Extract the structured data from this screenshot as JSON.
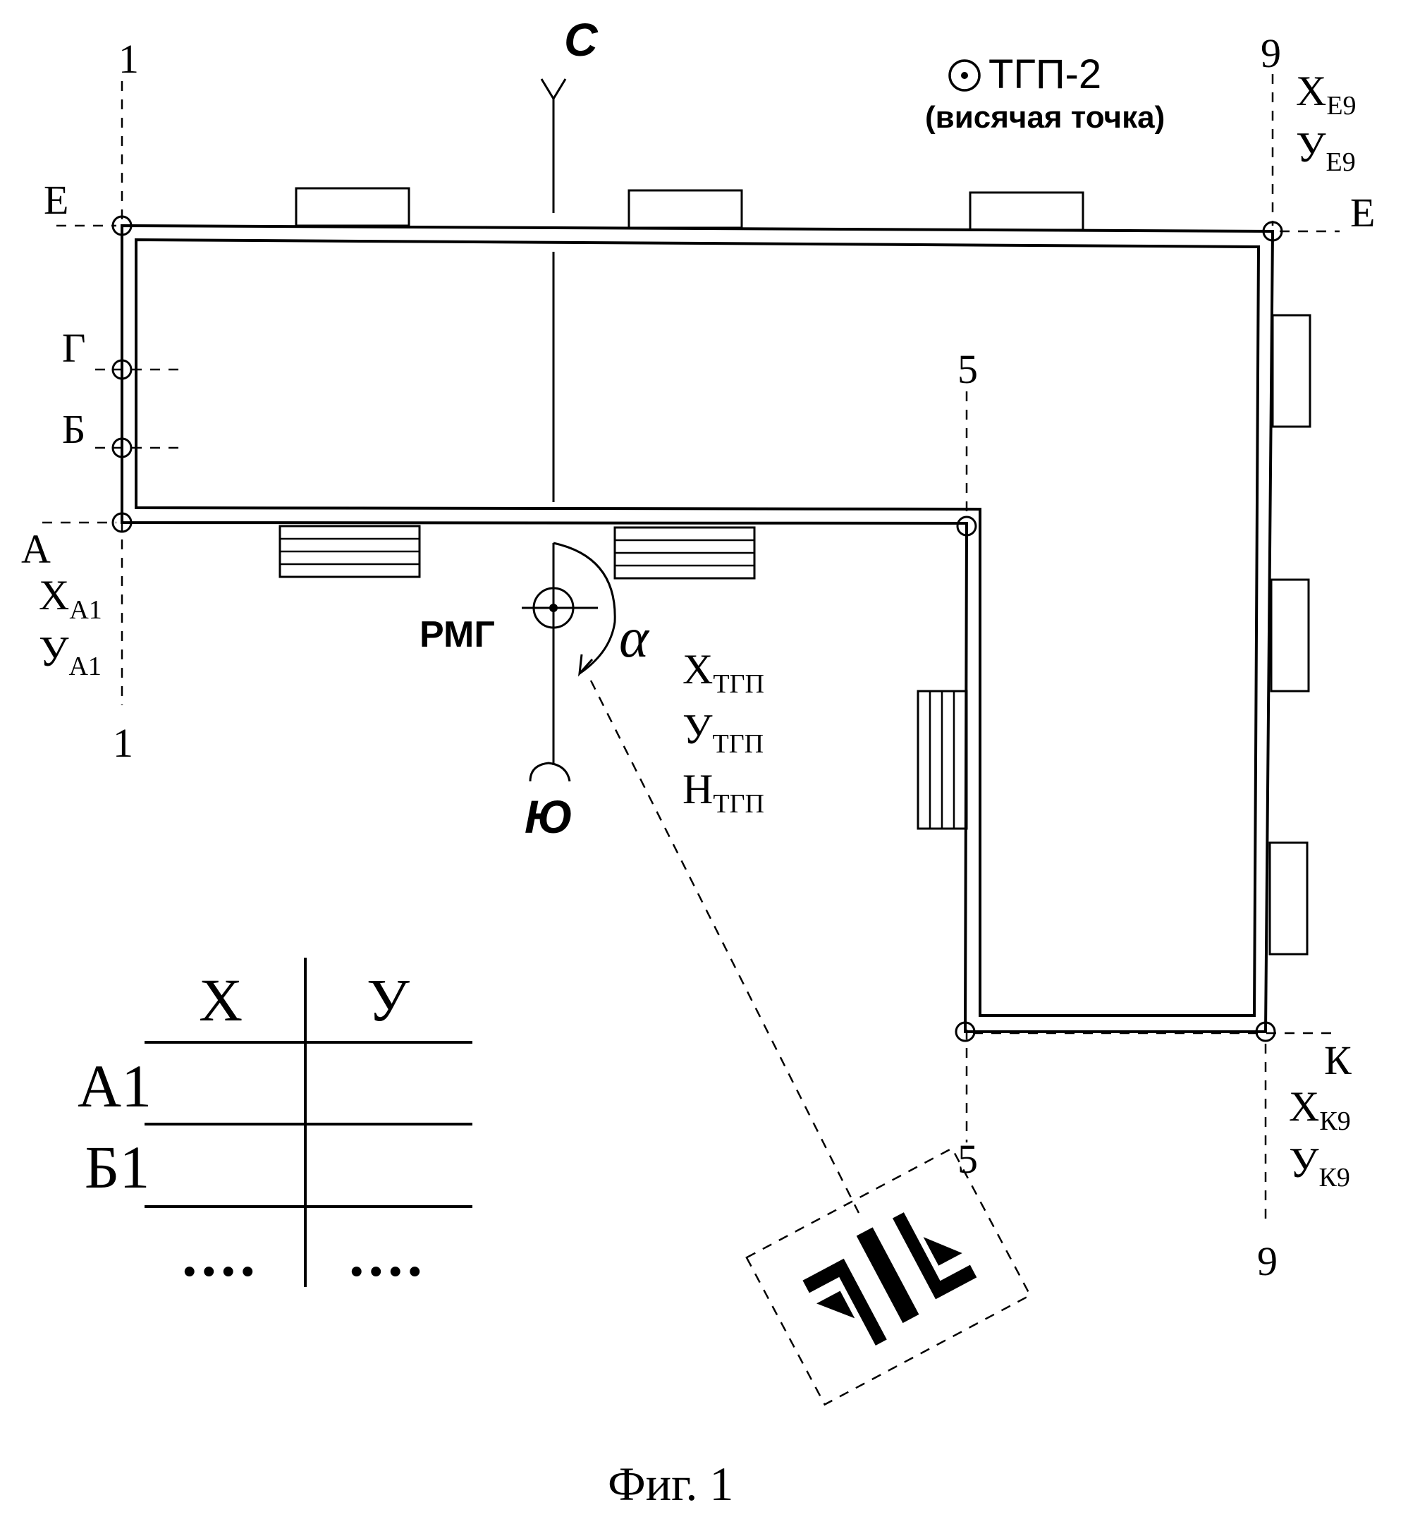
{
  "axes": {
    "axis_1_top": "1",
    "axis_1_bottom": "1",
    "axis_5_top": "5",
    "axis_5_bottom": "5",
    "axis_9_top": "9",
    "axis_9_bottom": "9",
    "row_E_left": "Е",
    "row_E_right": "Е",
    "row_G": "Г",
    "row_B": "Б",
    "row_A": "А",
    "row_K": "К"
  },
  "compass": {
    "north": "С",
    "south": "Ю"
  },
  "points": {
    "A1": {
      "x_main": "Х",
      "x_sub": "А1",
      "y_main": "У",
      "y_sub": "А1"
    },
    "E9": {
      "x_main": "Х",
      "x_sub": "Е9",
      "y_main": "У",
      "y_sub": "Е9"
    },
    "K9": {
      "x_main": "Х",
      "x_sub": "К9",
      "y_main": "У",
      "y_sub": "К9"
    },
    "tgp": {
      "x_main": "Х",
      "x_sub": "ТГП",
      "y_main": "У",
      "y_sub": "ТГП",
      "h_main": "Н",
      "h_sub": "ТГП"
    }
  },
  "tgp2": {
    "label": "ТГП-2",
    "note": "(висячая точка)"
  },
  "rmg_label": "РМГ",
  "angle_label": "α",
  "coord_table": {
    "headers": [
      "Х",
      "У"
    ],
    "rows": [
      {
        "name": "А1",
        "x": "",
        "y": ""
      },
      {
        "name": "Б1",
        "x": "",
        "y": ""
      }
    ],
    "ellipsis_x": "....",
    "ellipsis_y": "...."
  },
  "caption": "Фиг. 1"
}
